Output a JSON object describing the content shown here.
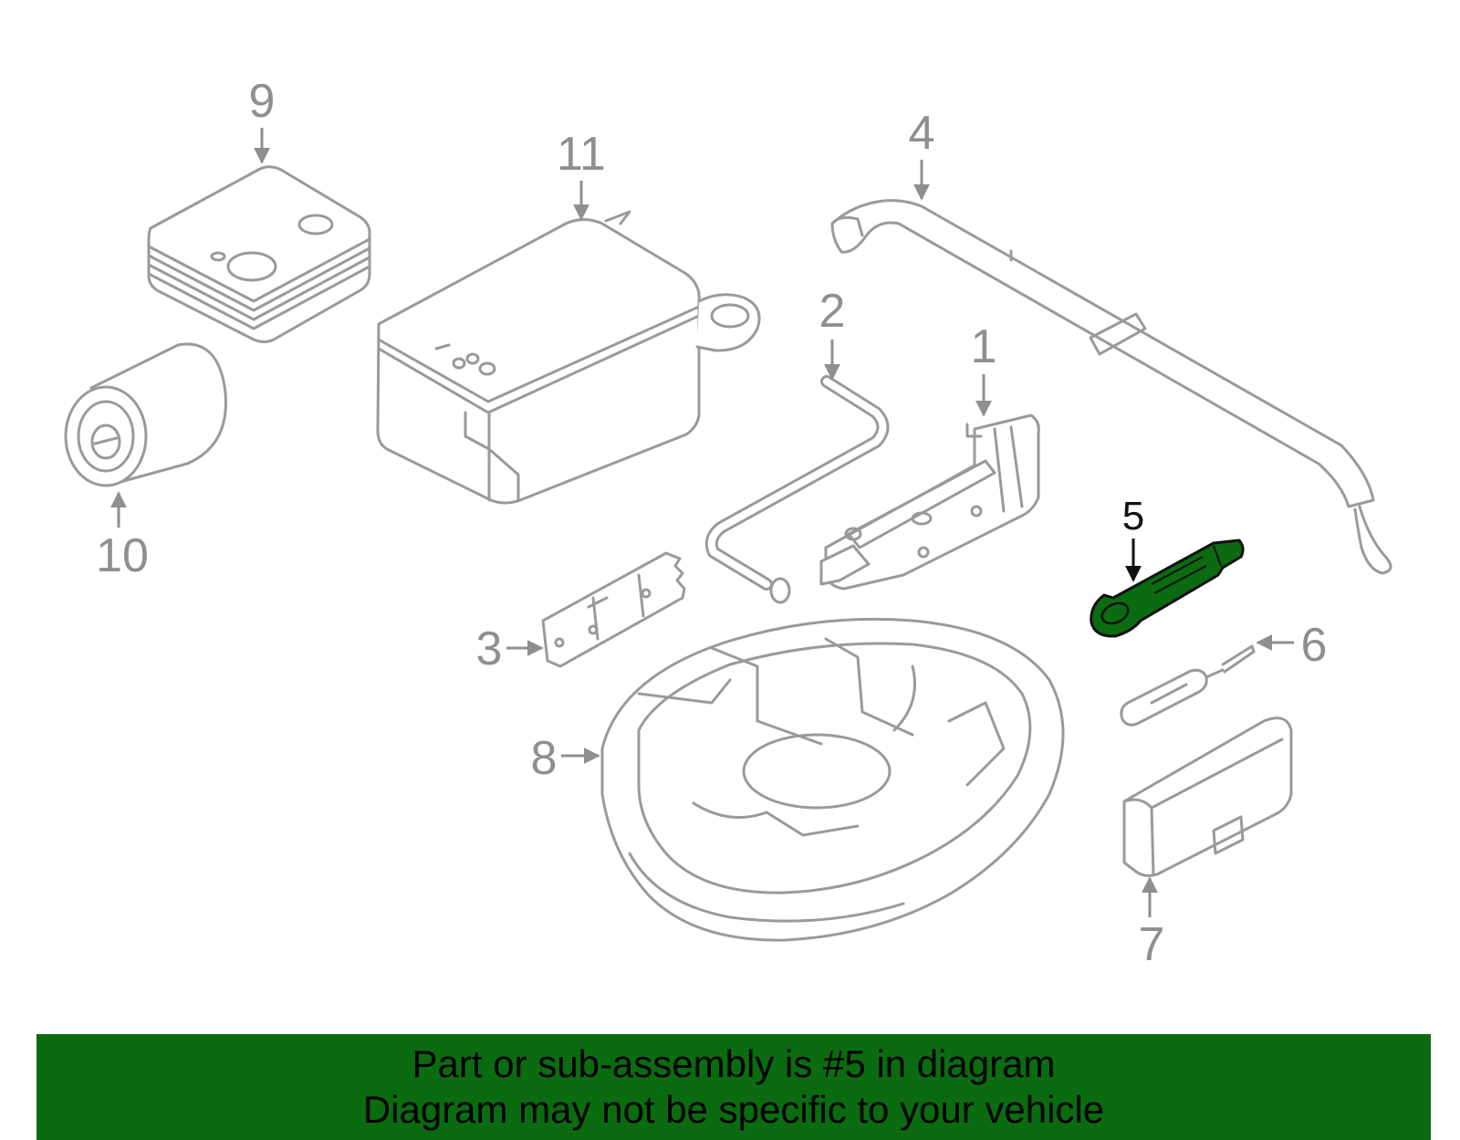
{
  "colors": {
    "part_stroke": "#9a9a9a",
    "label": "#8f8f8f",
    "highlight_fill": "#0b6b10",
    "highlight_label": "#111111",
    "banner_bg": "#0b6b10",
    "banner_text": "#000000"
  },
  "callouts": {
    "c1": "1",
    "c2": "2",
    "c3": "3",
    "c4": "4",
    "c5": "5",
    "c6": "6",
    "c7": "7",
    "c8": "8",
    "c9": "9",
    "c10": "10",
    "c11": "11"
  },
  "highlighted_part": "5",
  "banner": {
    "line1": "Part or sub-assembly is #5 in diagram",
    "line2": "Diagram may not be specific to your vehicle"
  }
}
